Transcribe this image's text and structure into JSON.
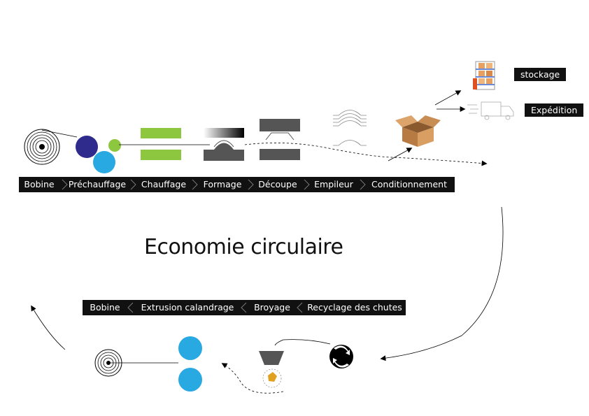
{
  "title": "Economie circulaire",
  "production_steps": [
    "Bobine",
    "Préchauffage",
    "Chauffage",
    "Formage",
    "Découpe",
    "Empileur",
    "Conditionnement"
  ],
  "recycling_steps": [
    "Bobine",
    "Extrusion calandrage",
    "Broyage",
    "Recyclage des chutes"
  ],
  "outputs": {
    "storage": "stockage",
    "shipping": "Expédition"
  },
  "colors": {
    "dark_blue": "#2e2b8c",
    "light_blue": "#29a9e1",
    "green": "#8dc63f",
    "gray": "#555555",
    "box_brown": "#c8915a",
    "bar_bg": "#111111"
  },
  "icons": [
    "reel-icon",
    "roller-icon",
    "heater-icon",
    "mold-icon",
    "cutter-icon",
    "stack-icon",
    "box-icon",
    "shelving-icon",
    "truck-icon",
    "grinder-icon",
    "recycle-icon"
  ]
}
